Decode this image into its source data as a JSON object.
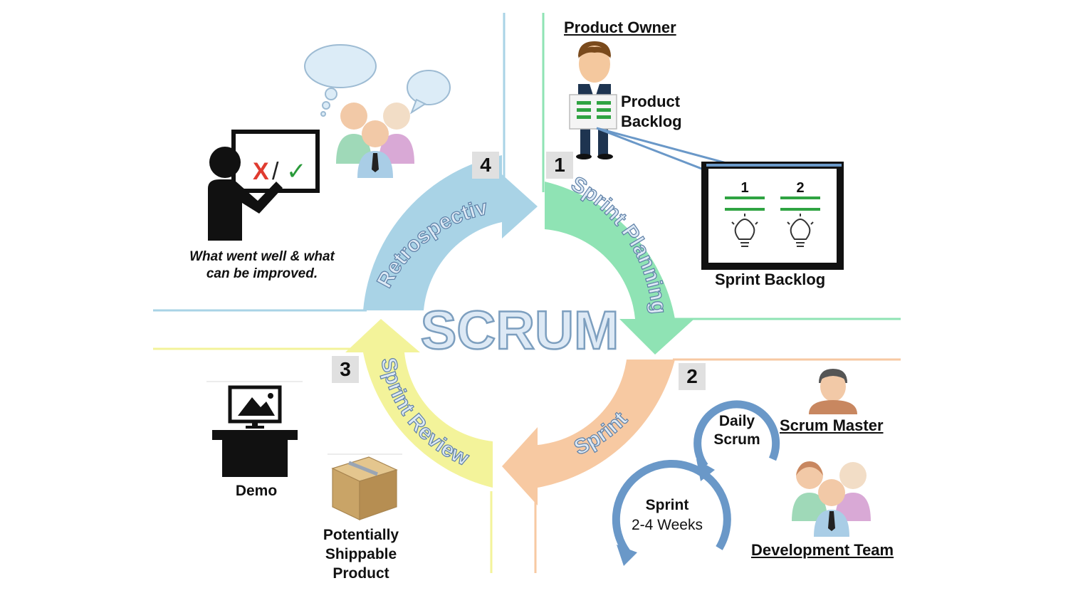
{
  "title": "SCRUM",
  "phases": [
    {
      "number": "1",
      "name": "Sprint Planning"
    },
    {
      "number": "2",
      "name": "Sprint"
    },
    {
      "number": "3",
      "name": "Sprint Review"
    },
    {
      "number": "4",
      "name": "Retrospective"
    }
  ],
  "labels": {
    "product_owner": "Product Owner",
    "product_backlog_line1": "Product",
    "product_backlog_line2": "Backlog",
    "sprint_backlog": "Sprint Backlog",
    "sprint_backlog_item1": "1",
    "sprint_backlog_item2": "2",
    "retro_caption_line1": "What went well & what",
    "retro_caption_line2": "can be improved.",
    "retro_mark_x": "X",
    "retro_mark_slash": "/",
    "retro_mark_check": "✓",
    "daily_scrum_line1": "Daily",
    "daily_scrum_line2": "Scrum",
    "scrum_master": "Scrum Master",
    "sprint_line1": "Sprint",
    "sprint_line2": "2-4 Weeks",
    "development_team": "Development Team",
    "demo": "Demo",
    "shippable_line1": "Potentially",
    "shippable_line2": "Shippable",
    "shippable_line3": "Product"
  },
  "colors": {
    "planning": "#8fe3b4",
    "sprint": "#f7c9a2",
    "review": "#f3f39a",
    "retrospective": "#a9d3e6",
    "scrum_text_fill": "#dde9f5",
    "scrum_text_stroke": "#7d9fbf",
    "cycle_arrow": "#6a98c8"
  }
}
